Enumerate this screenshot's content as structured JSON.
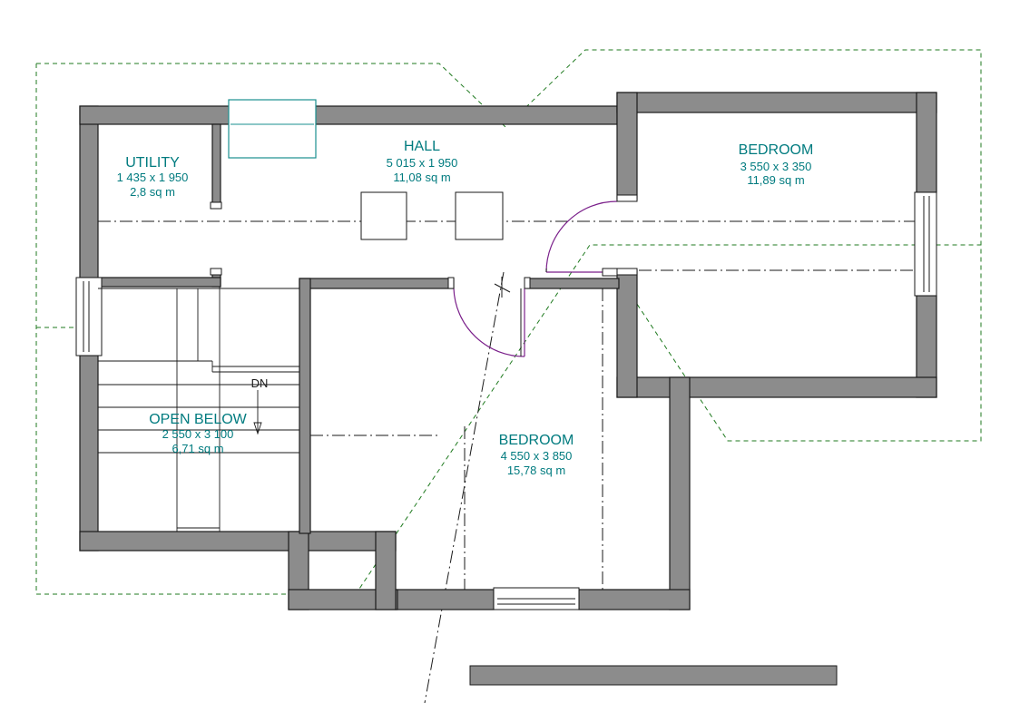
{
  "rooms": {
    "utility": {
      "name": "UTILITY",
      "dims": "1 435 x 1 950",
      "area": "2,8 sq m"
    },
    "hall": {
      "name": "HALL",
      "dims": "5 015 x 1 950",
      "area": "11,08 sq m"
    },
    "bedroom_1": {
      "name": "BEDROOM",
      "dims": "3 550 x 3 350",
      "area": "11,89 sq m"
    },
    "open_below": {
      "name": "OPEN BELOW",
      "dims": "2 550 x 3 100",
      "area": "6,71 sq m"
    },
    "bedroom_2": {
      "name": "BEDROOM",
      "dims": "4 550 x 3 850",
      "area": "15,78 sq m"
    }
  },
  "stairs": {
    "direction_label": "DN"
  },
  "colors": {
    "wall": "#8c8c8c",
    "room_text": "#007b7f",
    "roof_outline": "#1f7a1f",
    "door_swing": "#7a1f8a"
  }
}
